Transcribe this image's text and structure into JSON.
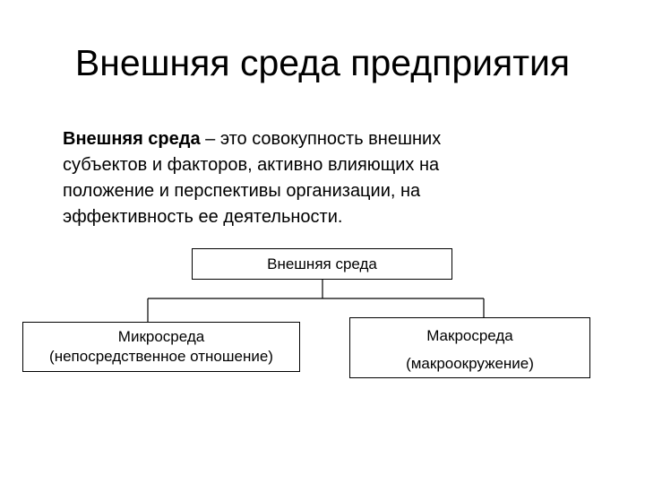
{
  "slide": {
    "title": "Внешняя среда предприятия"
  },
  "definition": {
    "term": "Внешняя среда",
    "line1_rest": " – это совокупность внешних",
    "line2": "субъектов и факторов, активно влияющих на",
    "line3": "положение и перспективы организации, на",
    "line4": "эффективность ее деятельности."
  },
  "diagram": {
    "root": {
      "label": "Внешняя среда"
    },
    "micro": {
      "line1": "Микросреда",
      "line2": "(непосредственное отношение)"
    },
    "macro": {
      "line1": "Макросреда",
      "line2": "(макроокружение)"
    },
    "line_color": "#000000"
  }
}
